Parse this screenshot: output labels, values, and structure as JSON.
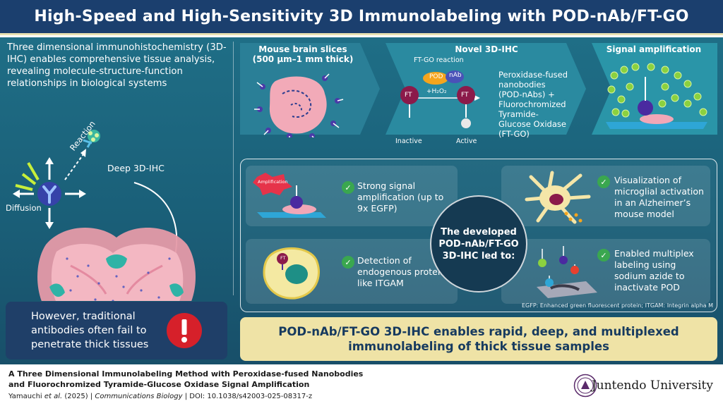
{
  "title": "High-Speed and High-Sensitivity 3D Immunolabeling with POD-nAb/FT-GO",
  "left": {
    "intro": "Three dimensional immunohistochemistry (3D-IHC) enables comprehensive tissue analysis, revealing molecule-structure-function relationships in biological systems",
    "reaction_label": "Reaction",
    "deep_label": "Deep 3D-IHC",
    "diffusion_label": "Diffusion",
    "warning": "However, traditional antibodies often fail to penetrate thick tissues",
    "warning_icon": "exclamation-icon"
  },
  "steps": [
    {
      "title": "Mouse brain slices",
      "subtitle": "(500 µm–1 mm thick)"
    },
    {
      "title": "Novel 3D-IHC",
      "subtitle": ""
    },
    {
      "title": "Signal amplification",
      "subtitle": ""
    }
  ],
  "reaction": {
    "label": "FT-GO reaction",
    "pod": "POD",
    "nab": "nAb",
    "h2o2": "+H₂O₂",
    "ft": "FT",
    "inactive": "Inactive",
    "active": "Active",
    "description": "Peroxidase-fused nanobodies (POD-nAbs) + Fluorochromized Tyramide-Glucose Oxidase (FT-GO)"
  },
  "results": {
    "center": "The developed POD-nAb/FT-GO 3D-IHC led to:",
    "items": [
      {
        "text": "Strong signal amplification (up to 9x EGFP)",
        "tag": "Amplification"
      },
      {
        "text": "Detection of endogenous proteins like ITGAM",
        "tag": "FT"
      },
      {
        "text": "Visualization of microglial activation in an Alzheimer’s mouse model"
      },
      {
        "text": "Enabled multiplex labeling using sodium azide to inactivate POD"
      }
    ],
    "footnote": "EGFP: Enhanced green fluorescent protein; ITGAM: Integrin alpha M"
  },
  "conclusion": "POD-nAb/FT-GO 3D-IHC enables rapid, deep, and multiplexed immunolabeling of thick tissue samples",
  "citation": {
    "title": "A Three Dimensional Immunolabeling Method with Peroxidase-fused Nanobodies and Fluorochromized Tyramide-Glucose Oxidase Signal Amplification",
    "authors": "Yamauchi",
    "etal": "et al.",
    "year": "(2025)",
    "journal": "Communications Biology",
    "doi": "DOI: 10.1038/s42003-025-08317-z",
    "university": "Juntendo University"
  },
  "colors": {
    "header_bg": "#1b3f6e",
    "panel_bg": "#1a5f78",
    "conclusion_bg": "#efe3a6",
    "check_green": "#3aa74f",
    "alert_red": "#d6202a"
  }
}
